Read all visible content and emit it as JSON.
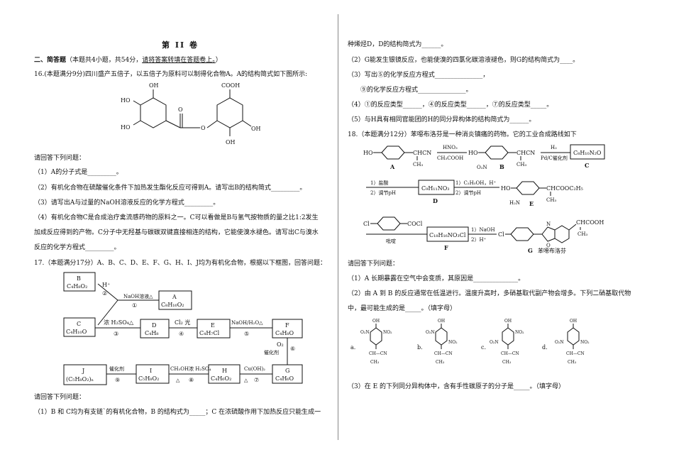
{
  "header": {
    "title": "第 II 卷"
  },
  "section": {
    "heading": "二、简答题",
    "note": "（本题共4小题，共54分，",
    "note_ul": "请将答案转填在答题卷上。",
    "note_end": "）"
  },
  "q16": {
    "intro": "16.(本题满分9分)四川盛产五倍子，以五倍子为原料可以制得化合物A。A的结构简式如下图所示:",
    "labels": {
      "ho": "HO",
      "oh": "OH",
      "cooh": "COOH",
      "o_ring": "O",
      "o_carbonyl": "O"
    },
    "ask": "请回答下列问题：",
    "p1": "（1）A的分子式是_________。",
    "p2": "（2）有机化合物在硫酸催化条件下加热发生酯化反应可得到A。请写出B的结构简式_________。",
    "p3": "（3）请写出A与过量的NaOH溶液反应的化学方程式_________。",
    "p4a": "（4）有机化合物C是合成治疗禽流感药物的原料之一。C可以看做是B与氢气按物质的量之比1:2发生",
    "p4b": "加成反应得到的产物。C分子中无羟基与碳碳双键直接相连的结构，它能使溴水褪色。请写出C与溴水",
    "p4c": "反应的化学方程式_________。"
  },
  "q17": {
    "intro": "17.（本题满分17分）A、B、C、D、E、F、G、H、I、J均为有机化合物，根据以下框图，回答问题：",
    "boxes": {
      "b": {
        "n": "B",
        "f": "C₄H₈O₂"
      },
      "a": {
        "n": "A",
        "f": "C₈H₁₆O₂"
      },
      "c": {
        "n": "C",
        "f": "C₄H₁₀O"
      },
      "d": {
        "n": "D",
        "f": "C₄H₈"
      },
      "e": {
        "n": "E",
        "f": "C₄H₇Cl"
      },
      "f": {
        "n": "F",
        "f": "C₄H₈O"
      },
      "g": {
        "n": "G",
        "f": "C₄H₆O"
      },
      "h": {
        "n": "H",
        "f": "C₄H₆O₂"
      },
      "i": {
        "n": "I",
        "f": "C₅H₈O₂"
      },
      "j": {
        "n": "J",
        "f": "(C₅H₈O₂)ₙ"
      }
    },
    "arrows": {
      "hplus": "H⁺",
      "s2": "②",
      "naoh": "NaOH溶液△",
      "s1": "①",
      "h2so4": "浓 H₂SO₄△",
      "s3": "③",
      "cl2": "Cl₂ 光",
      "s4": "④",
      "naoh_h2o": "NaOH/H₂O△",
      "s5": "⑤",
      "o2": "O₂",
      "cat": "催化剂",
      "s6": "⑥",
      "cuoh": "Cu(OH)₂",
      "tri": "△",
      "s7": "⑦",
      "ch3oh": "CH₃OH",
      "h2so4b": "浓 H₂SO₄",
      "s8": "⑧",
      "cat9": "催化剂",
      "s9": "⑨"
    },
    "ask": "请回答下列问题：",
    "p1": "（1）B 和 C均为有支链`的有机化合物，B 的结构式为_____；C 在浓硫酸作用下加热反应只能生成一"
  },
  "right": {
    "r1": "种烯烃D，D的结构简式为______。",
    "r2": "（2）G能发生银镜反应，也能使溴的四氯化碳溶液褪色，则G的结构简式为____。",
    "r3": "（3）写出⑤的化学反应方程式_______________，",
    "r4": "⑨的化学反应方程式_______________。",
    "r5": "（4）①的反应类型______，④的反应类型______，⑦的反应类型_____。",
    "r6": "（5）与H具有相同官能团的H的同分异构体的结构简式为______。"
  },
  "q18": {
    "intro": "18.（本题满分12分）苯噁布洛芬是一种消炎镇痛的药物。它的工业合成路线如下",
    "row1": {
      "ho": "HO",
      "chcn": "CHCN",
      "ch3": "CH₃",
      "a": "A",
      "hno3": "HNO₃",
      "ch3cooh": "CH₃COOH",
      "ho2": "HO",
      "chcn2": "CHCN",
      "ch3b": "CH₃",
      "no2": "O₂N",
      "b": "B",
      "h2": "H₂",
      "pdc": "Pd/C催化剂",
      "c_f": "C₈H₁₀N₂O",
      "c": "C"
    },
    "row2": {
      "hcl": "1）盐酸",
      "ph": "2）调节pH",
      "d_f": "C₉H₁₁NO₃",
      "d": "D",
      "etoh": "1）C₂H₅OH，H⁺",
      "ph2": "2）调节pH",
      "ho": "HO",
      "chcooc2h5": "CHCOOC₂H₅",
      "ch3": "CH₃",
      "h2n": "H₂N",
      "e": "E"
    },
    "row3": {
      "cl": "Cl",
      "cocl": "COCl",
      "pyr": "吡啶",
      "f_f": "C₁₈H₁₆NO₃Cl",
      "f": "F",
      "naoh": "1）NaOH",
      "hplus": "2）H⁺",
      "cl2": "Cl",
      "n": "N",
      "o": "O",
      "chcooh": "CHCOOH",
      "ch3": "CH₃",
      "g": "G",
      "gname": "苯噁布洛芬"
    },
    "ask": "请回答下列问题：",
    "p1": "（1）A 长期暴露在空气中会变质，其原因是______________。",
    "p2a": "（2）由 A 到 B 的反应通常在低温进行。温度升高时，多硝基取代副产物会增多。下列二硝基取代物",
    "p2b": "中，最可能生成的是_____。（填字母）",
    "options": [
      {
        "letter": "a.",
        "top": "OH",
        "left": "O₂N",
        "right": "NO₂",
        "sub": "CH—CN",
        "me": "CH₃"
      },
      {
        "letter": "b.",
        "top": "OH",
        "left": "O₂N",
        "right": "",
        "sub": "CH—CN",
        "me": "CH₃",
        "lower": "NO₂"
      },
      {
        "letter": "c.",
        "top": "OH",
        "left": "",
        "right": "NO₂",
        "sub": "CH—CN",
        "me": "CH₃",
        "lower": "O₂N"
      },
      {
        "letter": "d.",
        "top": "OH",
        "left": "O₂N",
        "right": "NO₂",
        "sub": "CH—CN",
        "me": "CH₃"
      }
    ],
    "p3": "（3）在 E 的下列同分异构体中，含有手性碳原子的分子是_____。（填字母）"
  }
}
